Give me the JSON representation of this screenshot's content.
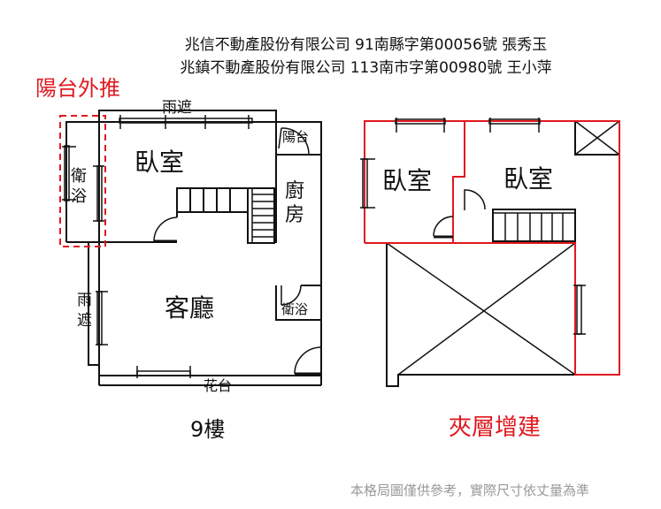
{
  "header": {
    "line1": "兆信不動產股份有限公司 91南縣字第00056號 張秀玉",
    "line2": "兆鎮不動產股份有限公司 113南市字第00980號 王小萍"
  },
  "floor9": {
    "title": "9樓",
    "annotation": "陽台外推",
    "rooms": {
      "bedroom": "臥室",
      "living": "客廳",
      "kitchen_1": "廚",
      "kitchen_2": "房",
      "balcony": "陽台",
      "bath_small": "衛浴",
      "bath_ext_1": "衛",
      "bath_ext_2": "浴",
      "awning_top": "雨遮",
      "awning_left_1": "雨",
      "awning_left_2": "遮",
      "planter": "花台"
    }
  },
  "mezzanine": {
    "title": "夾層增建",
    "rooms": {
      "bedroom_left": "臥室",
      "bedroom_right": "臥室"
    }
  },
  "disclaimer": "本格局圖僅供參考，實際尺寸依丈量為準",
  "colors": {
    "accent": "#e0191f",
    "line": "#111111"
  }
}
